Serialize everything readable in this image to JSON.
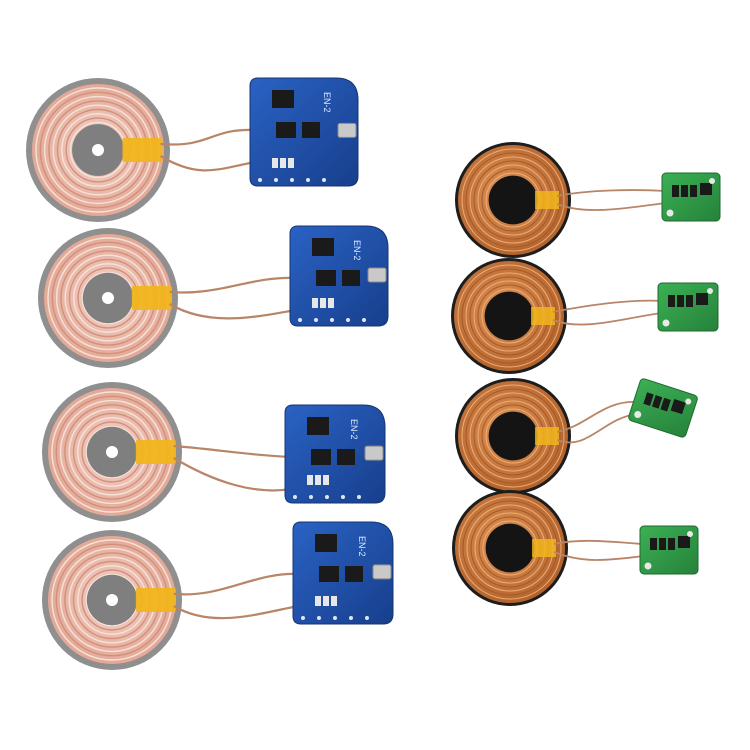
{
  "image": {
    "background": "#ffffff",
    "transmitter_kits": [
      {
        "coil_size": "large",
        "board_color": "#1f4fa8",
        "board_text": "EN-2"
      },
      {
        "coil_size": "large",
        "board_color": "#1f4fa8",
        "board_text": "EN-2"
      },
      {
        "coil_size": "large",
        "board_color": "#1f4fa8",
        "board_text": "EN-2"
      },
      {
        "coil_size": "large",
        "board_color": "#1f4fa8",
        "board_text": "EN-2"
      }
    ],
    "receiver_kits": [
      {
        "coil_size": "small",
        "board_color": "#2f9a46"
      },
      {
        "coil_size": "small",
        "board_color": "#2f9a46"
      },
      {
        "coil_size": "small",
        "board_color": "#2f9a46"
      },
      {
        "coil_size": "small",
        "board_color": "#2f9a46"
      }
    ],
    "colors": {
      "ferrite": "#8f8f8f",
      "copper_pink": "#e9b9a9",
      "copper_orange": "#c8743c",
      "kapton_tape": "#f1b51c",
      "wire": "#b98567",
      "blue_pcb": "#1f4fa8",
      "green_pcb": "#2f9a46"
    }
  }
}
